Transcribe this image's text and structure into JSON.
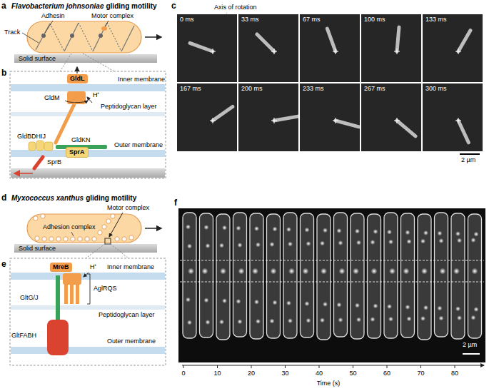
{
  "diagram": {
    "nodes": [
      {
        "text": [
          "GldL"
        ]
      },
      {
        "text": [
          "SprA"
        ]
      },
      {
        "text": [
          "0 ms"
        ]
      },
      {
        "text": [
          "33 ms"
        ]
      },
      {
        "text": [
          "67 ms"
        ]
      },
      {
        "text": [
          "100 ms"
        ]
      },
      {
        "text": [
          "133 ms"
        ]
      },
      {
        "text": [
          "167 ms"
        ]
      },
      {
        "text": [
          "200 ms"
        ]
      },
      {
        "text": [
          "233 ms"
        ]
      },
      {
        "text": [
          "267 ms"
        ]
      },
      {
        "text": [
          "300 ms"
        ]
      },
      {
        "text": [
          "MreB"
        ]
      }
    ],
    "labels": [
      "a",
      "Flavobacterium johnsoniae",
      "gliding motility",
      "Adhesin",
      "Motor complex",
      "Track",
      "Solid surface",
      "b",
      "Inner membrane",
      "GldM",
      "H⁺",
      "Peptidoglycan layer",
      "GldBDHIJ",
      "GldKN",
      "Outer membrane",
      "SprB",
      "c",
      "Axis of rotation",
      "2 µm",
      "d",
      "Myxococcus xanthus",
      "gliding motility",
      "Motor complex",
      "Adhesion complex",
      "Solid surface",
      "e",
      "Inner membrane",
      "GltG/J",
      "H⁺",
      "AglRQS",
      "Peptidoglycan layer",
      "Outer membrane",
      "GltFABH",
      "f",
      "2 µm",
      "0",
      "10",
      "20",
      "30",
      "40",
      "50",
      "60",
      "70",
      "80",
      "Time (s)"
    ]
  }
}
